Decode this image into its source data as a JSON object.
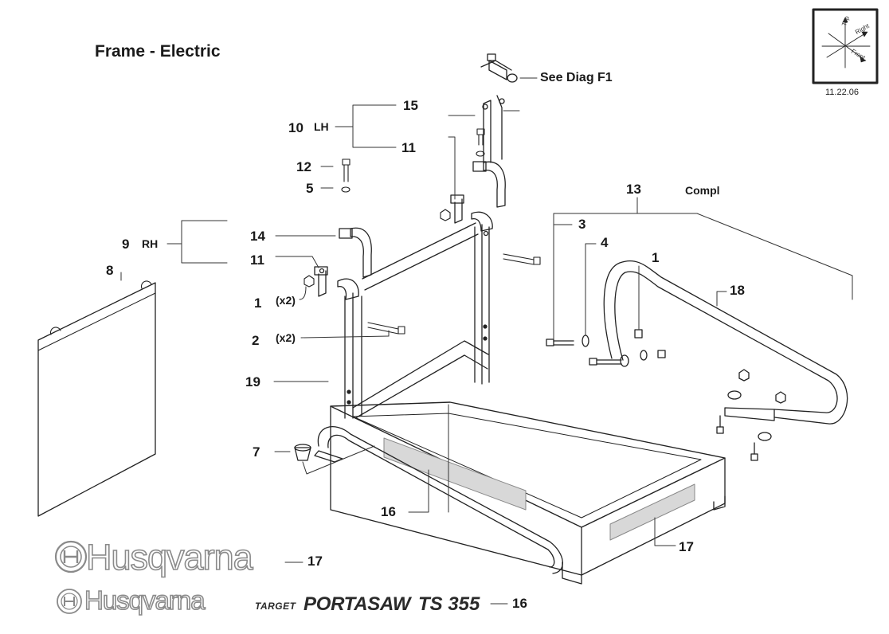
{
  "title": "Frame - Electric",
  "orientation": {
    "top": "Top",
    "right": "Right",
    "front": "Front",
    "date": "11.22.06"
  },
  "callouts": {
    "c15": "15",
    "c10": "10",
    "c10_side": "LH",
    "c11a": "11",
    "c12": "12",
    "c5": "5",
    "c9": "9",
    "c9_side": "RH",
    "c14": "14",
    "c11b": "11",
    "c8": "8",
    "c1a": "1",
    "c1a_qty": "(x2)",
    "c2": "2",
    "c2_qty": "(x2)",
    "c19": "19",
    "c7": "7",
    "c16a": "16",
    "c13": "13",
    "c13_note": "Compl",
    "c3": "3",
    "c4": "4",
    "c1b": "1",
    "c18": "18",
    "c17a": "17",
    "c17b": "17",
    "c16b": "16",
    "see_diag": "See Diag F1"
  },
  "decals": {
    "brand_large": "Husqvarna",
    "brand_small": "Husqvarna",
    "target_word": "TARGET",
    "product": "PORTASAW",
    "model": "TS 355"
  }
}
